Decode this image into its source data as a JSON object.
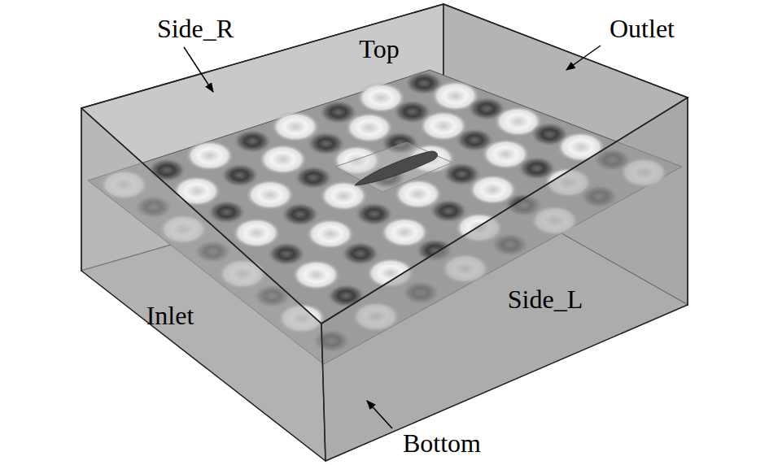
{
  "diagram": {
    "labels": [
      "Side_R",
      "Top",
      "Outlet",
      "Inlet",
      "Side_L",
      "Bottom"
    ]
  }
}
